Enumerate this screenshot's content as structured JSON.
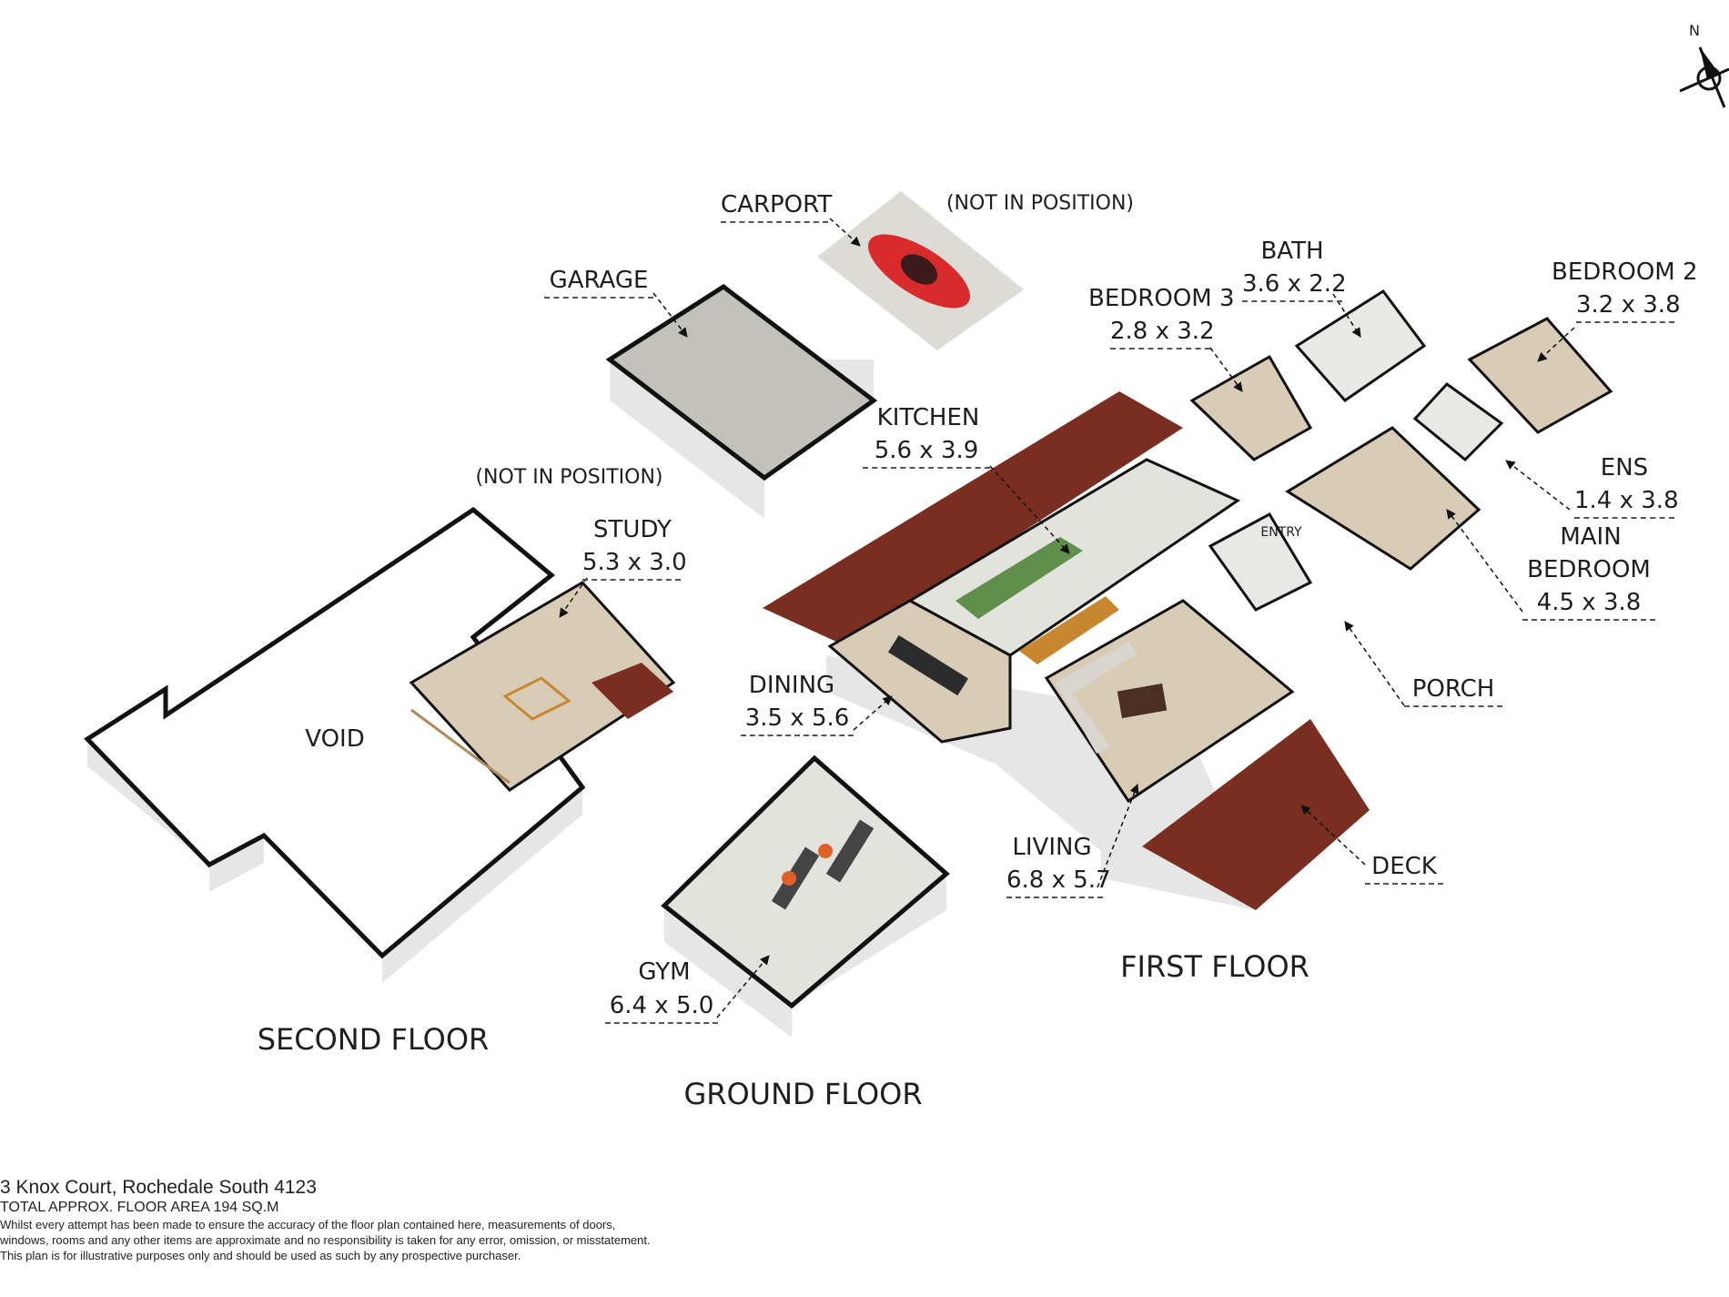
{
  "compass": {
    "north_label": "N",
    "icon": "compass-north-arrow-icon"
  },
  "rooms": {
    "carport": {
      "name": "CARPORT",
      "note": "(NOT IN POSITION)"
    },
    "garage": {
      "name": "GARAGE"
    },
    "bath": {
      "name": "BATH",
      "dims": "3.6 x 2.2"
    },
    "bedroom2": {
      "name": "BEDROOM 2",
      "dims": "3.2 x 3.8"
    },
    "bedroom3": {
      "name": "BEDROOM 3",
      "dims": "2.8 x 3.2"
    },
    "kitchen": {
      "name": "KITCHEN",
      "dims": "5.6 x 3.9"
    },
    "ens": {
      "name": "ENS",
      "dims": "1.4 x 3.8"
    },
    "study": {
      "note": "(NOT IN POSITION)",
      "name": "STUDY",
      "dims": "5.3 x 3.0"
    },
    "main_bedroom": {
      "name_line1": "MAIN",
      "name_line2": "BEDROOM",
      "dims": "4.5 x 3.8"
    },
    "entry": {
      "name": "ENTRY"
    },
    "void": {
      "name": "VOID"
    },
    "dining": {
      "name": "DINING",
      "dims": "3.5 x 5.6"
    },
    "porch": {
      "name": "PORCH"
    },
    "living": {
      "name": "LIVING",
      "dims": "6.8 x 5.7"
    },
    "deck": {
      "name": "DECK"
    },
    "gym": {
      "name": "GYM",
      "dims": "6.4 x 5.0"
    }
  },
  "floors": {
    "first": "FIRST FLOOR",
    "second": "SECOND FLOOR",
    "ground": "GROUND FLOOR"
  },
  "colors": {
    "wall_top": "#111111",
    "wall_side": "#e4e4e4",
    "carpet": "#d8cbb5",
    "tile": "#e3e3de",
    "deck_wood": "#7a2e22",
    "garage_floor": "#bdbdb5",
    "kitchen_cabinet": "#5f8f4a",
    "timber_bench": "#c8872e",
    "car": "#d92b2b",
    "sofa": "#d9d6cf"
  },
  "footer": {
    "address": "3 Knox Court, Rochedale South 4123",
    "area": "TOTAL APPROX. FLOOR AREA 194 SQ.M",
    "disclaimer_line1": "Whilst every attempt has been made to ensure the accuracy of the floor plan contained here, measurements of doors,",
    "disclaimer_line2": "windows, rooms and any other items are approximate and no responsibility is taken for any error, omission, or misstatement.",
    "disclaimer_line3": "This plan is for illustrative purposes only and should be used as such by any prospective purchaser."
  }
}
